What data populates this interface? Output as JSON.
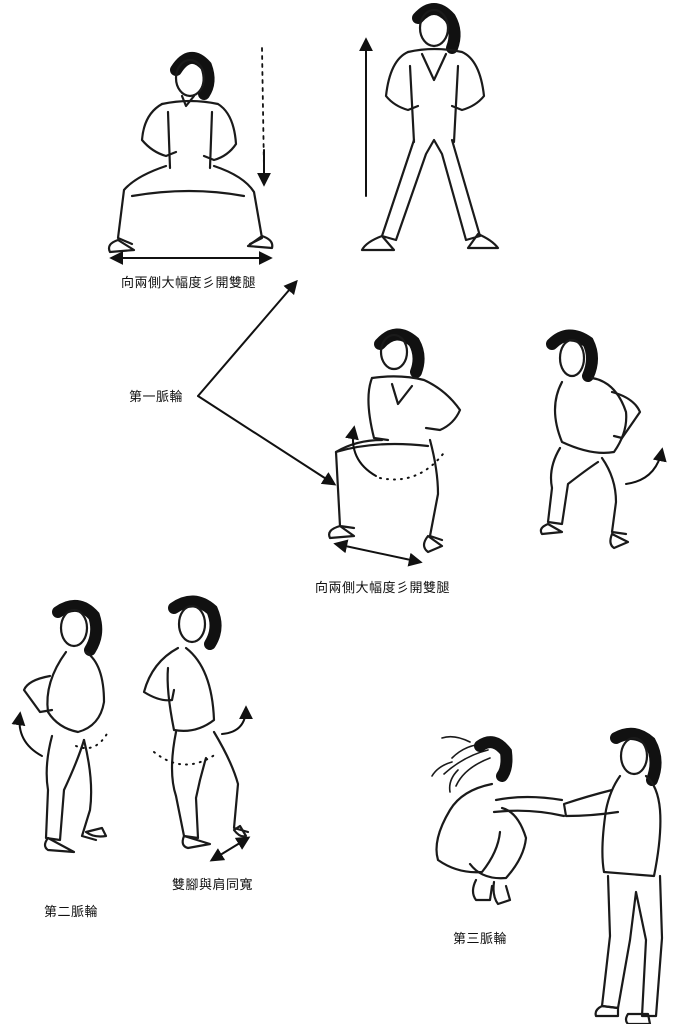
{
  "captions": {
    "spread_legs_top": "向兩側大幅度彡開雙腿",
    "first_chakra": "第一脈輪",
    "spread_legs_middle": "向兩側大幅度彡開雙腿",
    "second_chakra": "第二脈輪",
    "feet_shoulder_width": "雙腳與肩同寬",
    "third_chakra": "第三脈輪"
  },
  "colors": {
    "ink": "#1a1a1a",
    "paper": "#ffffff"
  }
}
